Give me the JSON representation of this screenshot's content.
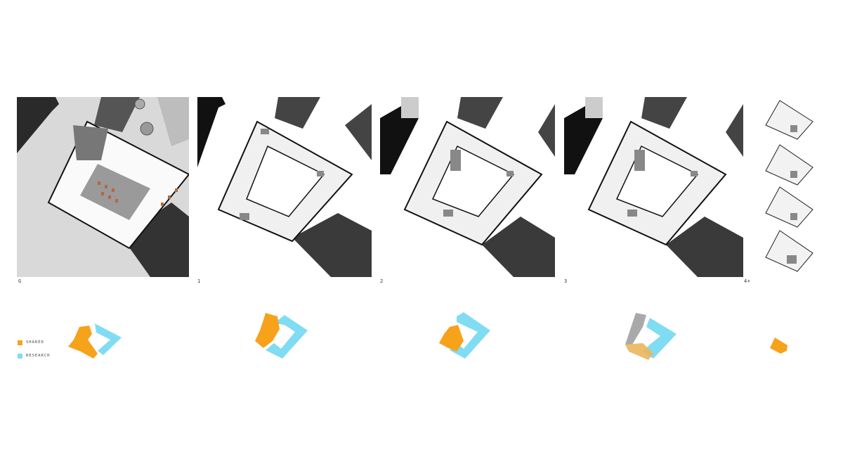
{
  "floors": [
    {
      "label": "G"
    },
    {
      "label": "1"
    },
    {
      "label": "2"
    },
    {
      "label": "3"
    },
    {
      "label": "4+"
    }
  ],
  "legend": [
    {
      "label": "SHARED",
      "color": "#f7a21b"
    },
    {
      "label": "RESEARCH",
      "color": "#80dcf3"
    }
  ]
}
